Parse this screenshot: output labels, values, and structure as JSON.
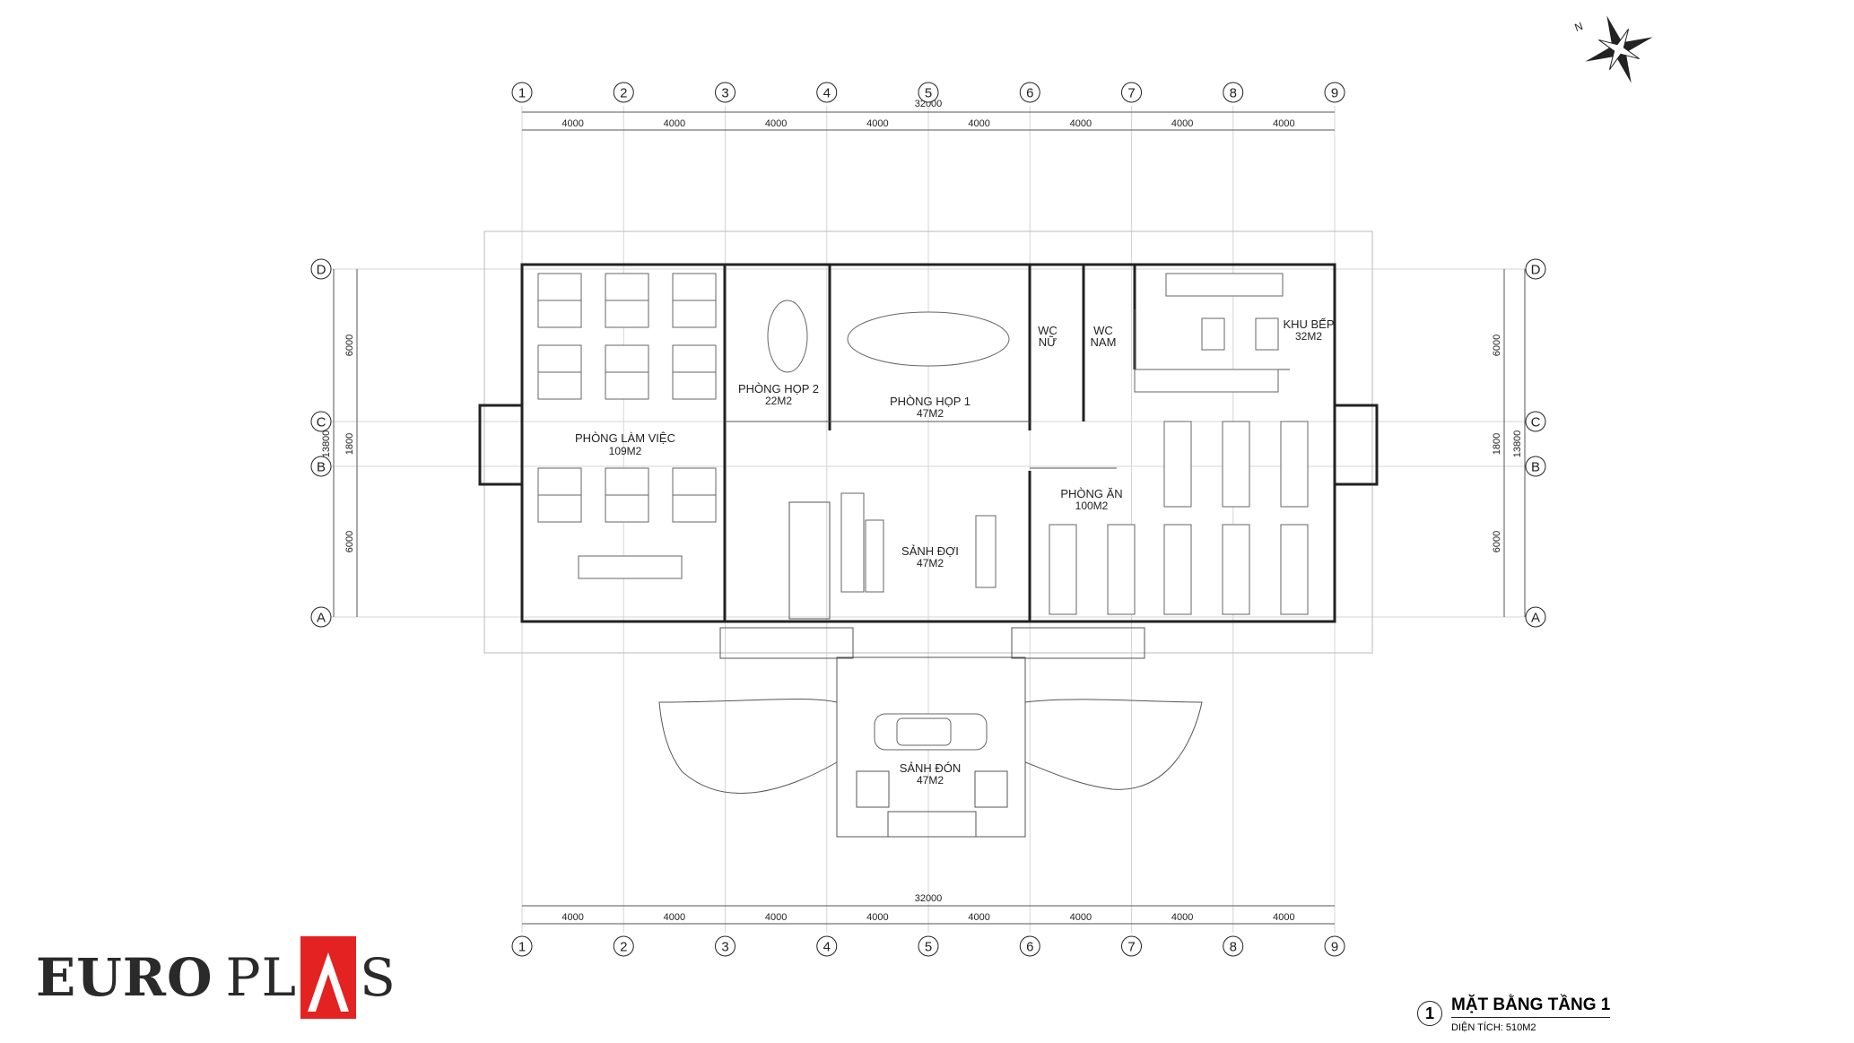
{
  "grid": {
    "columns": [
      "1",
      "2",
      "3",
      "4",
      "5",
      "6",
      "7",
      "8",
      "9"
    ],
    "rows": [
      "D",
      "C",
      "B",
      "A"
    ]
  },
  "dimensions": {
    "overall_width": "32000",
    "bay": "4000",
    "row_spans_left": [
      "6000",
      "1800",
      "6000"
    ],
    "overall_depth": "13800"
  },
  "rooms": [
    {
      "id": "phong-lam-viec",
      "name": "PHÒNG LÀM VIỆC",
      "area": "109M2"
    },
    {
      "id": "phong-hop-2",
      "name": "PHÒNG HỌP 2",
      "area": "22M2"
    },
    {
      "id": "phong-hop-1",
      "name": "PHÒNG HỌP 1",
      "area": "47M2"
    },
    {
      "id": "wc-nu",
      "name": "WC NỮ",
      "area": ""
    },
    {
      "id": "wc-nam",
      "name": "WC NAM",
      "area": ""
    },
    {
      "id": "khu-bep",
      "name": "KHU BẾP",
      "area": "32M2"
    },
    {
      "id": "phong-an",
      "name": "PHÒNG ĂN",
      "area": "100M2"
    },
    {
      "id": "sanh-doi",
      "name": "SẢNH ĐỢI",
      "area": "47M2"
    },
    {
      "id": "sanh-don",
      "name": "SẢNH ĐÓN",
      "area": "47M2"
    }
  ],
  "wc_labels": {
    "nu_1": "WC",
    "nu_2": "NỮ",
    "nam_1": "WC",
    "nam_2": "NAM"
  },
  "compass": {
    "label": "N",
    "icon": "compass-rose-icon"
  },
  "title_block": {
    "number": "1",
    "title": "MẶT BẰNG TẦNG 1",
    "subtitle": "DIỆN TÍCH: 510M2"
  },
  "logo": {
    "text_left": "EURO",
    "text_right": "PL",
    "text_end": "S",
    "brand_color": "#e32221"
  }
}
